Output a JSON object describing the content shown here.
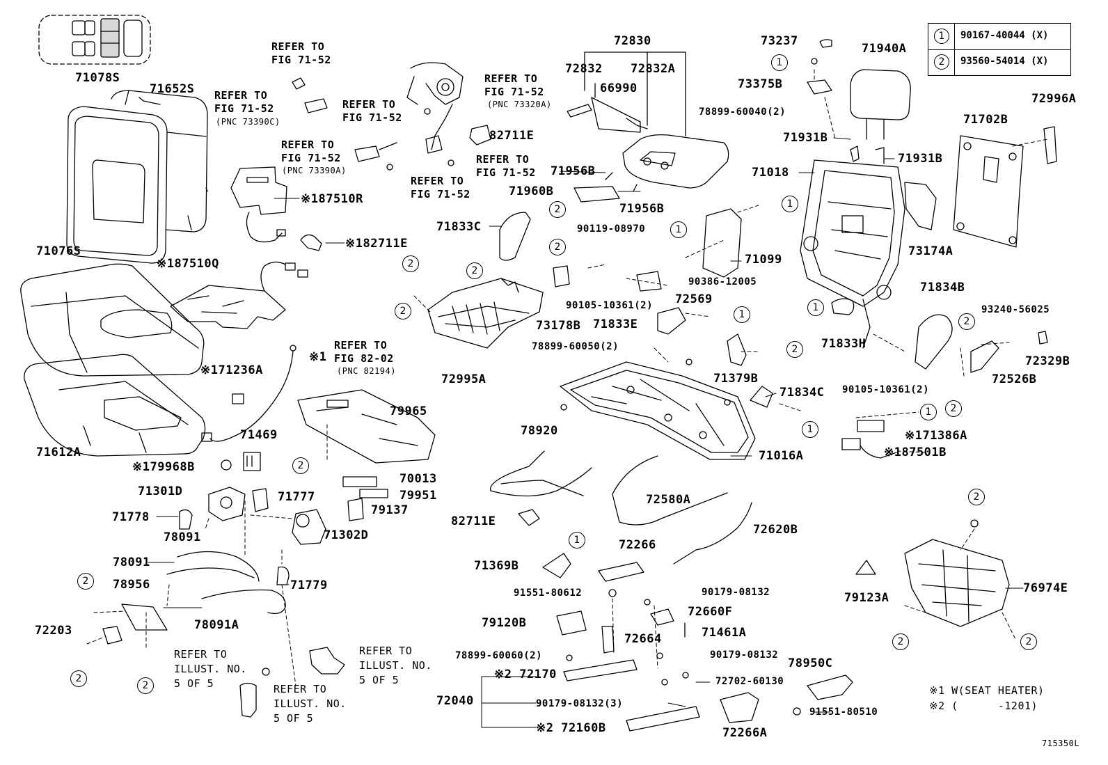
{
  "legend": [
    {
      "key": "1",
      "part": "90167-40044 (X)"
    },
    {
      "key": "2",
      "part": "93560-54014 (X)"
    }
  ],
  "labels": {
    "p71078S": "71078S",
    "p71652S": "71652S",
    "p71076S": "71076S",
    "p71612A": "71612A",
    "p187510R": "※187510R",
    "p182711E": "※182711E",
    "p187510Q": "※187510Q",
    "p171236A": "※171236A",
    "p1ref": "※1",
    "p179968B": "※179968B",
    "p71469": "71469",
    "p79965": "79965",
    "p70013": "70013",
    "p79951": "79951",
    "p79137": "79137",
    "p71301D": "71301D",
    "p71777": "71777",
    "p71778": "71778",
    "p78091a": "78091",
    "p71302D": "71302D",
    "p78091b": "78091",
    "p78956": "78956",
    "p71779": "71779",
    "p78091A": "78091A",
    "p72203": "72203",
    "p82711E": "82711E",
    "p72830": "72830",
    "p72832": "72832",
    "p72832A": "72832A",
    "p66990": "66990",
    "p73237": "73237",
    "p73375B": "73375B",
    "p71940A": "71940A",
    "p78899_60040": "78899-60040(2)",
    "p71931Ba": "71931B",
    "p71931Bb": "71931B",
    "p71018": "71018",
    "p71956Ba": "71956B",
    "p71960B": "71960B",
    "p71956Bb": "71956B",
    "p71833C": "71833C",
    "p90119": "90119-08970",
    "p71099": "71099",
    "p90386": "90386-12005",
    "p90105a": "90105-10361(2)",
    "p72569": "72569",
    "p73178B": "73178B",
    "p71833E": "71833E",
    "p72995A": "72995A",
    "p78899_60050": "78899-60050(2)",
    "p71833H": "71833H",
    "p71834B": "71834B",
    "p93240": "93240-56025",
    "p72329B": "72329B",
    "p72526B": "72526B",
    "p90105b": "90105-10361(2)",
    "p71379B": "71379B",
    "p71834C": "71834C",
    "p171386A": "※171386A",
    "p187501B": "※187501B",
    "p71016A": "71016A",
    "p71702B": "71702B",
    "p72996A": "72996A",
    "p73174A": "73174A",
    "p78920": "78920",
    "p82711Eb": "82711E",
    "p72580A": "72580A",
    "p72620B": "72620B",
    "p72266": "72266",
    "p71369B": "71369B",
    "p91551_80612": "91551-80612",
    "p90179_08132a": "90179-08132",
    "p72660F": "72660F",
    "p71461A": "71461A",
    "p79120B": "79120B",
    "p72664": "72664",
    "p78899_60060": "78899-60060(2)",
    "p90179_08132b": "90179-08132",
    "p72170": "※2 72170",
    "p72040": "72040",
    "p90179_08132c": "90179-08132(3)",
    "p72702": "72702-60130",
    "p72160B": "※2 72160B",
    "p78950C": "78950C",
    "p91551_80510": "91551-80510",
    "p72266A": "72266A",
    "p79123A": "79123A",
    "p76974E": "76974E"
  },
  "refs": {
    "r1": "REFER TO\nFIG 71-52",
    "r2": "REFER TO\nFIG 71-52",
    "r2pnc": "(PNC 73390C)",
    "r3": "REFER TO\nFIG 71-52",
    "r4": "REFER TO\nFIG 71-52",
    "r4pnc": "(PNC 73320A)",
    "r5": "REFER TO\nFIG 71-52",
    "r5pnc": "(PNC 73390A)",
    "r6": "REFER TO\nFIG 71-52",
    "r7": "REFER TO\nFIG 71-52",
    "r8": "REFER TO\nFIG 82-02",
    "r8pnc": "(PNC 82194)",
    "r9": "REFER TO\nILLUST. NO.\n5 OF 5",
    "r10": "REFER TO\nILLUST. NO.\n5 OF 5",
    "r11": "REFER TO\nILLUST. NO.\n5 OF 5"
  },
  "notes": {
    "n1": "※1 W(SEAT HEATER)",
    "n2": "※2 (      -1201)"
  },
  "figure_id": "715350L"
}
